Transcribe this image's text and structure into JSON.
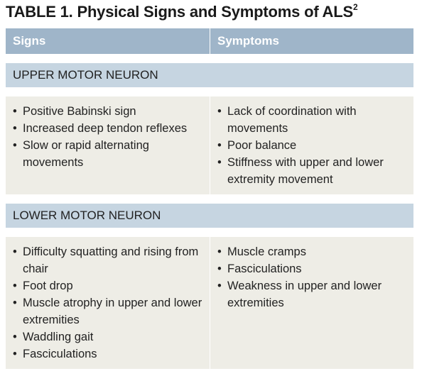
{
  "title": {
    "text": "TABLE 1. Physical Signs and Symptoms of ALS",
    "superscript": "2"
  },
  "table": {
    "headers": {
      "signs": "Signs",
      "symptoms": "Symptoms"
    },
    "sections": [
      {
        "heading": "UPPER MOTOR NEURON",
        "signs": [
          "Positive Babinski sign",
          "Increased deep tendon reflexes",
          "Slow or rapid alternating movements"
        ],
        "symptoms": [
          "Lack of coordination with movements",
          "Poor balance",
          "Stiffness with upper and lower extremity movement"
        ]
      },
      {
        "heading": "LOWER MOTOR NEURON",
        "signs": [
          "Difficulty squatting and rising from chair",
          "Foot drop",
          "Muscle atrophy in upper and lower extremities",
          "Waddling gait",
          "Fasciculations"
        ],
        "symptoms": [
          "Muscle cramps",
          "Fasciculations",
          "Weakness in upper and lower extremities"
        ]
      }
    ]
  },
  "colors": {
    "header_bg": "#9fb5c9",
    "section_bg": "#c6d5e1",
    "body_bg": "#eeede6"
  }
}
